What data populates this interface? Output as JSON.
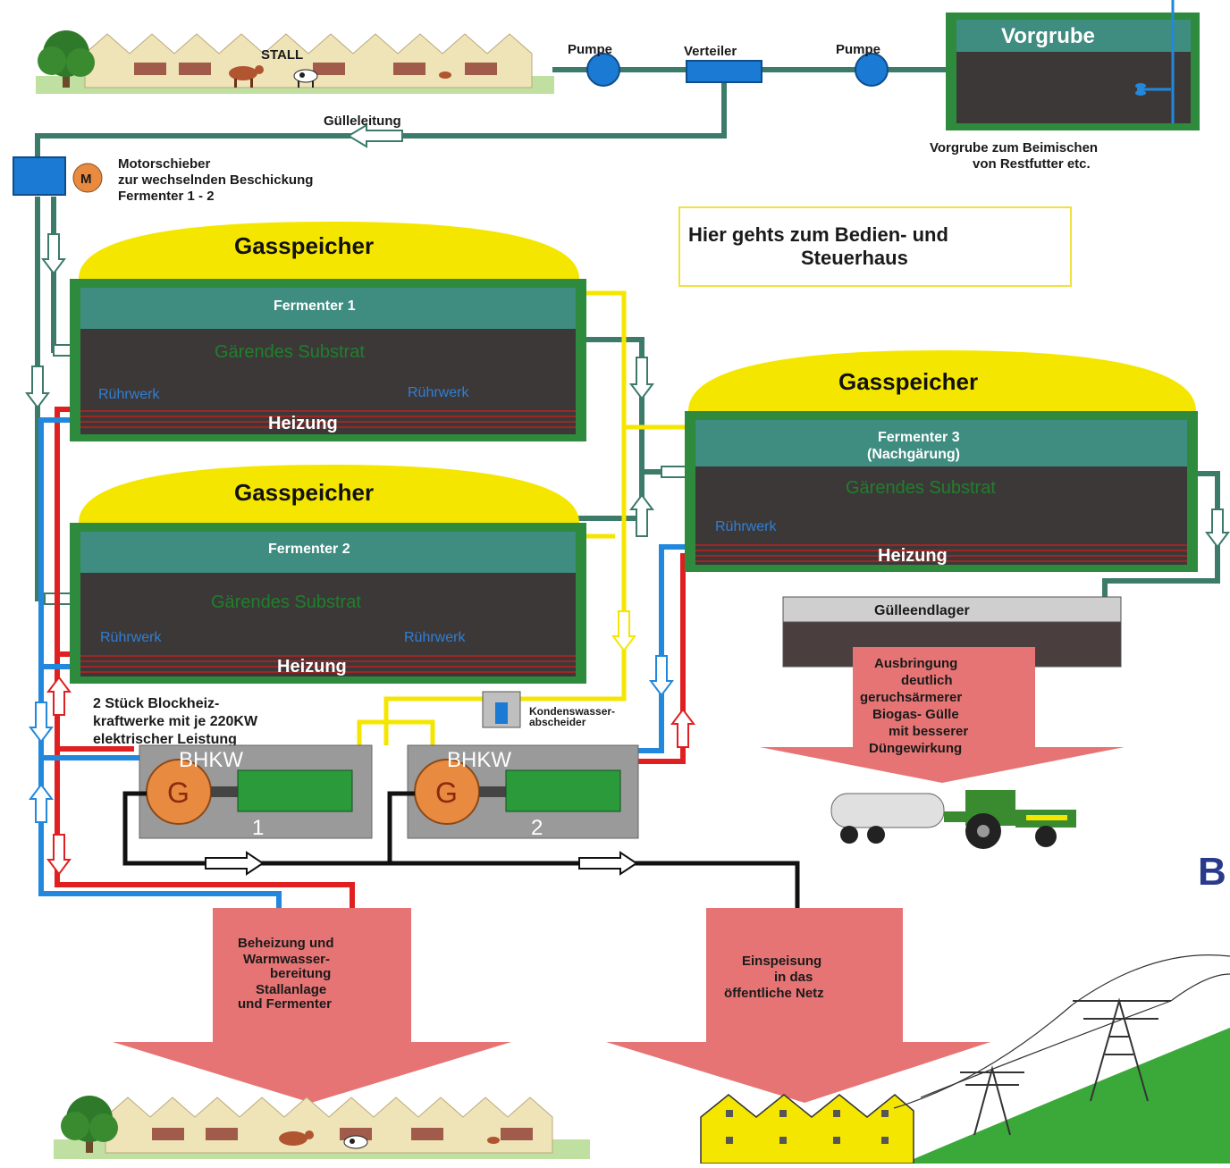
{
  "labels": {
    "stall": "STALL",
    "pumpe_left": "Pumpe",
    "verteiler": "Verteiler",
    "pumpe_right": "Pumpe",
    "vorgrube": "Vorgrube",
    "vorgrube_caption_1": "Vorgrube zum Beimischen",
    "vorgrube_caption_2": "von Restfutter etc.",
    "guelleleitung": "Gülleleitung",
    "motor_symbol": "M",
    "motor_1": "Motorschieber",
    "motor_2": "zur wechselnden Beschickung",
    "motor_3": "Fermenter 1 - 2",
    "link_1": "Hier gehts zum Bedien- und",
    "link_2": "Steuerhaus",
    "gas1": "Gasspeicher",
    "gas2": "Gasspeicher",
    "gas3": "Gasspeicher",
    "fermenter1": "Fermenter 1",
    "fermenter2": "Fermenter 2",
    "fermenter3_1": "Fermenter 3",
    "fermenter3_2": "(Nachgärung)",
    "substrat1": "Gärendes Substrat",
    "substrat2": "Gärendes Substrat",
    "substrat3": "Gärendes Substrat",
    "ruehr1a": "Rührwerk",
    "ruehr1b": "Rührwerk",
    "ruehr2a": "Rührwerk",
    "ruehr2b": "Rührwerk",
    "ruehr3": "Rührwerk",
    "heizung1": "Heizung",
    "heizung2": "Heizung",
    "heizung3": "Heizung",
    "guelleendlager": "Gülleendlager",
    "ausbringung_1": "Ausbringung",
    "ausbringung_2": "deutlich",
    "ausbringung_3": "geruchsärmerer",
    "ausbringung_4": "Biogas- Gülle",
    "ausbringung_5": "mit besserer",
    "ausbringung_6": "Düngewirkung",
    "bhkw_desc_1": "2 Stück Blockheiz-",
    "bhkw_desc_2": "kraftwerke mit je 220KW",
    "bhkw_desc_3": "elektrischer Leistung",
    "konden_1": "Kondenswasser-",
    "konden_2": "abscheider",
    "bhkw1": "BHKW",
    "bhkw2": "BHKW",
    "bhkw1_num": "1",
    "bhkw2_num": "2",
    "generator1": "G",
    "generator2": "G",
    "heat_1": "Beheizung und",
    "heat_2": "Warmwasser-",
    "heat_3": "bereitung",
    "heat_4": "Stallanlage",
    "heat_5": "und Fermenter",
    "grid_1": "Einspeisung",
    "grid_2": "in das",
    "grid_3": "öffentliche Netz",
    "edge_letter": "B"
  },
  "colors": {
    "tank_outer": "#2e8a3c",
    "tank_header": "#3f8c80",
    "tank_body": "#3d3838",
    "gas_dome": "#f5e600",
    "gas_pipe": "#f5e600",
    "slurry_pipe": "#3c7a6a",
    "hot_pipe": "#e02020",
    "cold_pipe": "#2288dd",
    "power_pipe": "#111111",
    "output_arrow": "#e67474",
    "pump": "#1a7ad4",
    "generator": "#e88a40",
    "engine": "#2a9a3a",
    "bhkw_box": "#9a9a9a",
    "link_border": "#f0e040",
    "edge_letter": "#2a3a8a"
  }
}
